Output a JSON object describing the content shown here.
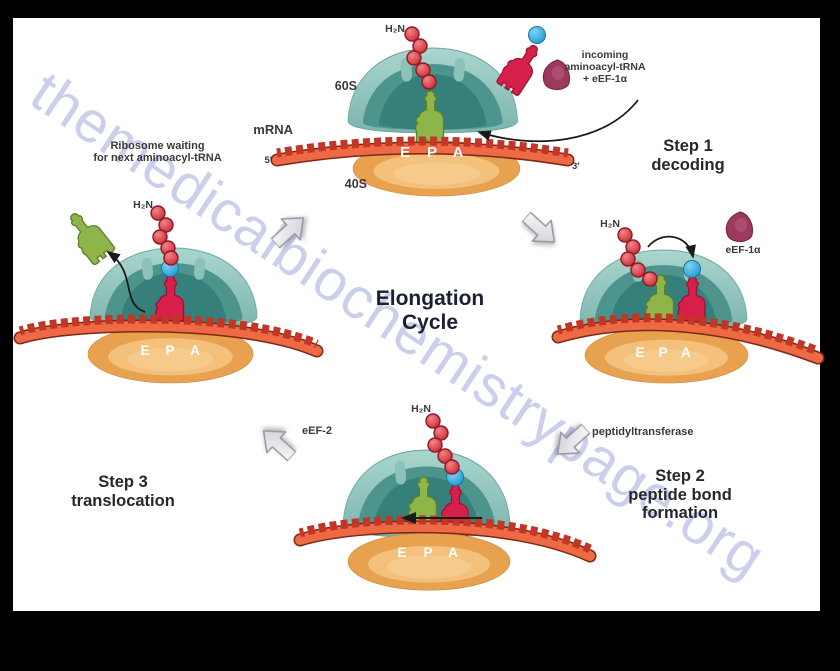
{
  "watermark": {
    "text": "themedicalbiochemistrypage.org",
    "color": "#a9b0e0"
  },
  "title": {
    "line1": "Elongation",
    "line2": "Cycle"
  },
  "steps": {
    "step1": {
      "line1": "Step 1",
      "line2": "decoding"
    },
    "step2": {
      "line1": "Step 2",
      "line2": "peptide bond",
      "line3": "formation"
    },
    "step3": {
      "line1": "Step 3",
      "line2": "translocation"
    }
  },
  "labels": {
    "h2n": "H₂N",
    "mrna": "mRNA",
    "five_prime": "5′",
    "three_prime": "3′",
    "sub60": "60S",
    "sub40": "40S",
    "incoming_line1": "incoming",
    "incoming_line2": "aminoacyl-tRNA",
    "incoming_line3": "+ eEF-1α",
    "eef1a": "eEF-1α",
    "eef2": "eEF-2",
    "peptidyltransferase": "peptidyltransferase",
    "waiting_line1": "Ribosome waiting",
    "waiting_line2": "for next aminoacyl-tRNA"
  },
  "sites": {
    "e": "E",
    "p": "P",
    "a": "A"
  },
  "colors": {
    "frame": "#000000",
    "canvas": "#ffffff",
    "large_subunit_outer": "#8cc2ba",
    "large_subunit_mid": "#4d948d",
    "large_subunit_deep": "#35807a",
    "small_subunit": "#e8a14f",
    "small_subunit_inner": "#f3c17c",
    "mrna_band": "#ee6a45",
    "mrna_ticks": "#c33524",
    "trna_green": "#8db54a",
    "trna_crimson": "#d62049",
    "peptide_bead": "#d6393f",
    "amino_acid_dot": "#2fa9e1",
    "eef1a_blob": "#9c3a5d",
    "cycle_arrow": "#e8e8ec",
    "text_dark": "#26262e"
  }
}
